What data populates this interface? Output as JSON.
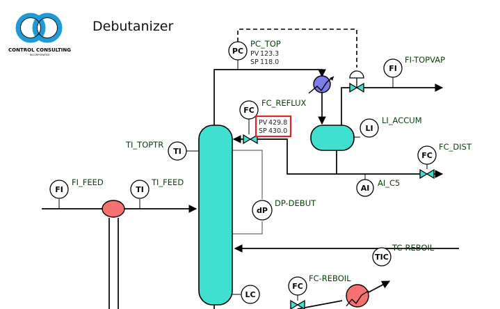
{
  "header": {
    "title": "Debutanizer",
    "logo_line1": "CONTROL CONSULTING",
    "logo_line2": "INCORPORATED"
  },
  "colors": {
    "vessel": "#40E0D0",
    "feed_heater": "#F87171",
    "reboiler": "#F87171",
    "condenser": "#7B7BEA",
    "tag_text": "#0b3d0b",
    "highlight": "#E02424",
    "logo_blue": "#1E9BD7"
  },
  "instruments": {
    "pc": {
      "bubble": "PC",
      "tag": "PC_TOP",
      "pv_label": "PV",
      "pv": "123.3",
      "sp_label": "SP",
      "sp": "118.0"
    },
    "fc_reflux": {
      "bubble": "FC",
      "tag": "FC_REFLUX",
      "pv_label": "PV",
      "pv": "429.8",
      "sp_label": "SP",
      "sp": "430.0"
    },
    "fi_topvap": {
      "bubble": "FI",
      "tag": "FI-TOPVAP"
    },
    "li_accum": {
      "bubble": "LI",
      "tag": "LI_ACCUM"
    },
    "fc_dist": {
      "bubble": "FC",
      "tag": "FC_DIST"
    },
    "ai_c5": {
      "bubble": "AI",
      "tag": "AI_C5"
    },
    "ti_toptr": {
      "bubble": "TI",
      "tag": "TI_TOPTR"
    },
    "fi_feed": {
      "bubble": "FI",
      "tag": "FI_FEED"
    },
    "ti_feed": {
      "bubble": "TI",
      "tag": "TI_FEED"
    },
    "dp_debut": {
      "bubble": "dP",
      "tag": "DP-DEBUT"
    },
    "tc_reboil": {
      "bubble": "TIC",
      "tag": "TC-REBOIL"
    },
    "fc_reboil": {
      "bubble": "FC",
      "tag": "FC-REBOIL"
    },
    "lc": {
      "bubble": "LC"
    }
  }
}
